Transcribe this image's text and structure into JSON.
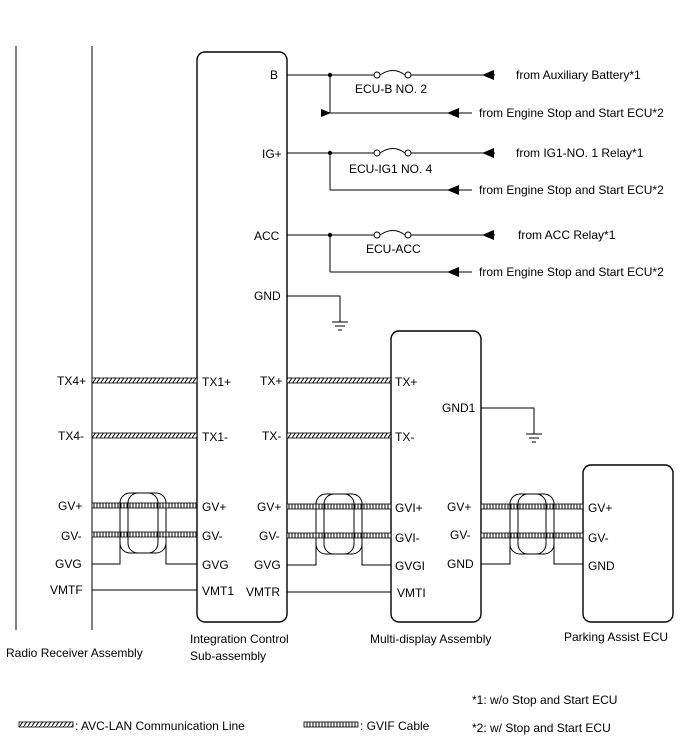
{
  "components": {
    "radio_receiver": "Radio Receiver Assembly",
    "integration_control_line1": "Integration Control",
    "integration_control_line2": "Sub-assembly",
    "multi_display": "Multi-display Assembly",
    "parking_assist": "Parking Assist ECU"
  },
  "radio_pins": {
    "tx4p": "TX4+",
    "tx4m": "TX4-",
    "gvp": "GV+",
    "gvm": "GV-",
    "gvg": "GVG",
    "vmtf": "VMTF"
  },
  "integration_pins": {
    "b": "B",
    "ig": "IG+",
    "acc": "ACC",
    "gnd": "GND",
    "tx1p": "TX1+",
    "tx1m": "TX1-",
    "gvp_in": "GV+",
    "gvm_in": "GV-",
    "gvg_in": "GVG",
    "vmt1": "VMT1",
    "txp": "TX+",
    "txm": "TX-",
    "gvp_out": "GV+",
    "gvm_out": "GV-",
    "gvg_out": "GVG",
    "vmtr": "VMTR"
  },
  "multi_display_pins": {
    "txp": "TX+",
    "txm": "TX-",
    "gnd1": "GND1",
    "gvip": "GVI+",
    "gvim": "GVI-",
    "gvgi": "GVGI",
    "vmti": "VMTI",
    "gvp_out": "GV+",
    "gvm_out": "GV-",
    "gnd_out": "GND"
  },
  "parking_pins": {
    "gvp": "GV+",
    "gvm": "GV-",
    "gnd": "GND"
  },
  "fuses": {
    "ecu_b": "ECU-B NO. 2",
    "ecu_ig1": "ECU-IG1 NO. 4",
    "ecu_acc": "ECU-ACC"
  },
  "sources": {
    "aux_battery": "from Auxiliary Battery*1",
    "engine_stop_1": "from Engine Stop and Start ECU*2",
    "ig1_relay": "from IG1-NO. 1 Relay*1",
    "engine_stop_2": "from Engine Stop and Start ECU*2",
    "acc_relay": "from ACC Relay*1",
    "engine_stop_3": "from Engine Stop and Start ECU*2"
  },
  "notes": {
    "note1": "*1: w/o Stop and Start ECU",
    "note2": "*2: w/ Stop and Start ECU"
  },
  "legend": {
    "avc_lan": ": AVC-LAN Communication Line",
    "gvif": ": GVIF Cable"
  }
}
